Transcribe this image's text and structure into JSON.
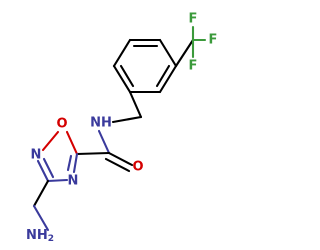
{
  "molecule": {
    "atoms": {
      "f_top": "F",
      "f_right": "F",
      "f_lower": "F",
      "nh": "NH",
      "o_ring": "O",
      "n_ring_left": "N",
      "n_ring_right": "N",
      "o_carbonyl": "O",
      "nh2_main": "NH",
      "nh2_sub": "2"
    },
    "colors": {
      "carbon": "#000000",
      "nitrogen": "#3a3a9c",
      "oxygen": "#d40000",
      "fluorine": "#3b9a3b"
    }
  }
}
